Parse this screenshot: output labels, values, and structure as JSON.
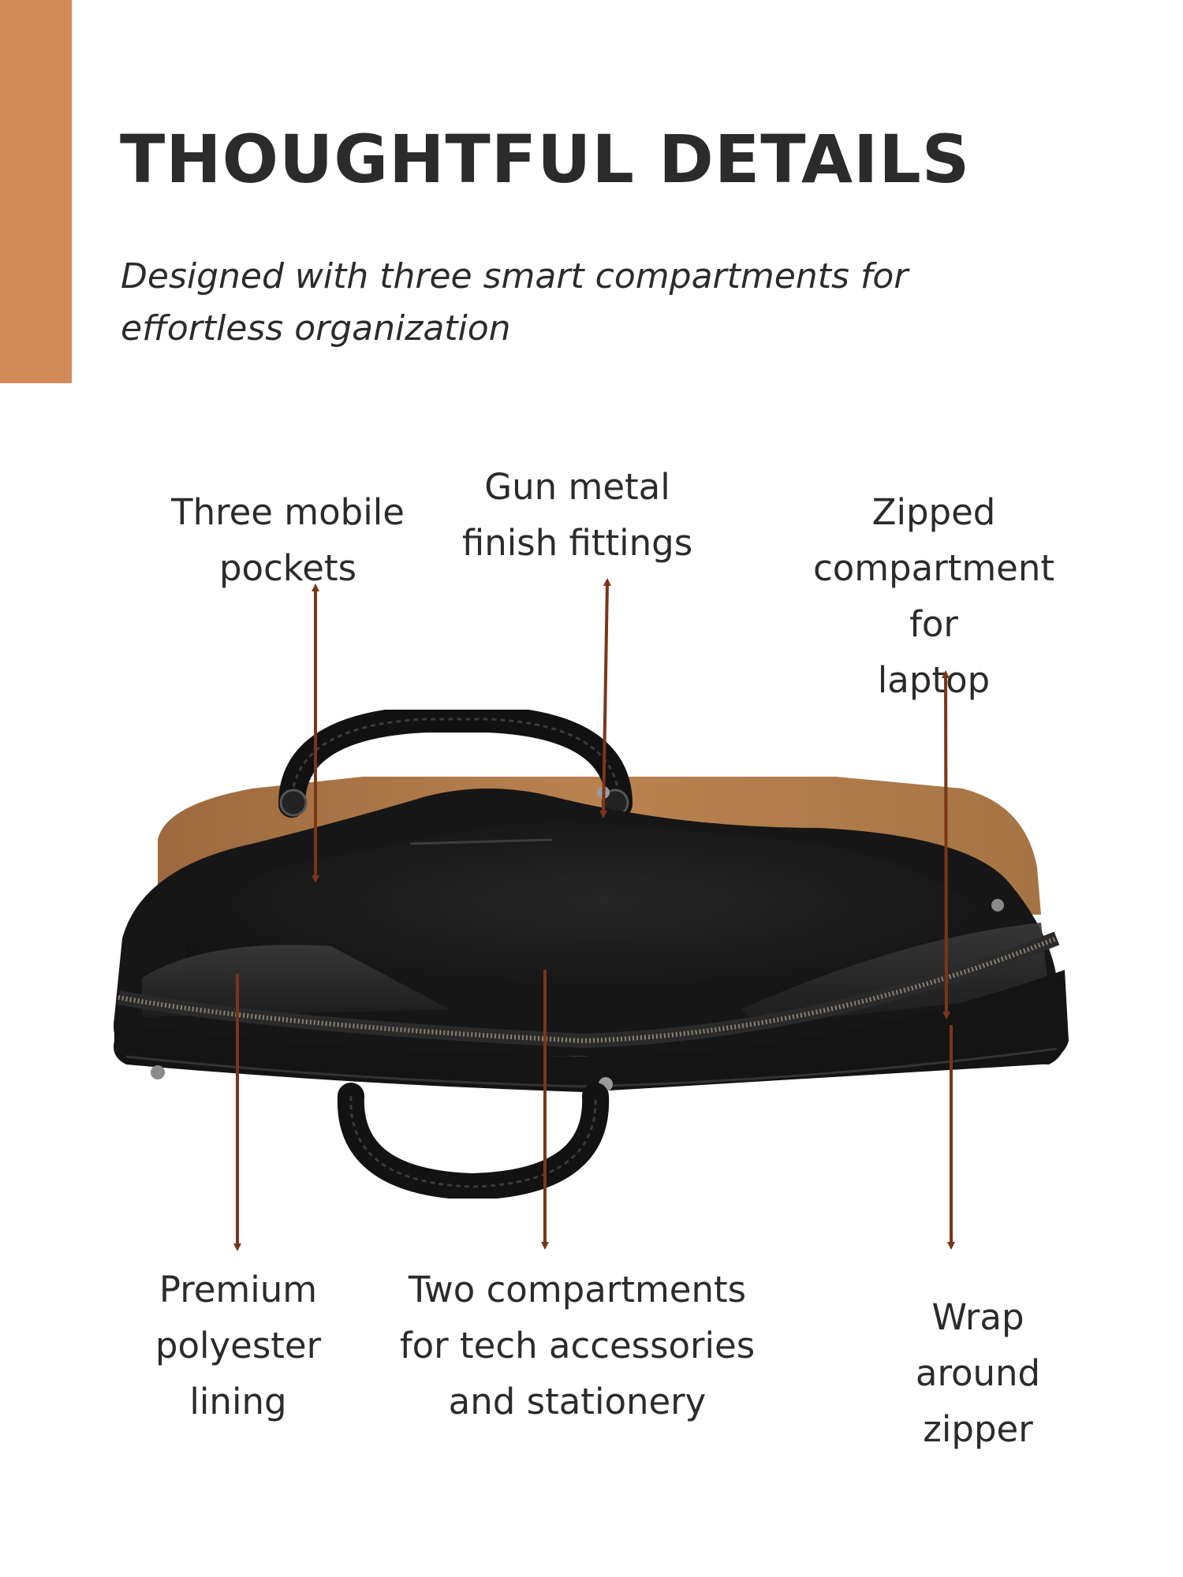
{
  "header": {
    "title": "THOUGHTFUL DETAILS",
    "subtitle": "Designed with three smart compartments for effortless organization"
  },
  "colors": {
    "accent_bar": "#d4895a",
    "arrow": "#7a3618",
    "text": "#2b2b2b",
    "bag_leather": "#1a1a1a",
    "bag_suede": "#b07a4a"
  },
  "callouts": {
    "top": [
      {
        "label": "Three mobile\npockets"
      },
      {
        "label": "Gun metal\nfinish fittings"
      },
      {
        "label": "Zipped\ncompartment for\nlaptop"
      }
    ],
    "bottom": [
      {
        "label": "Premium\npolyester\nlining"
      },
      {
        "label": "Two compartments\nfor tech accessories\nand stationery"
      },
      {
        "label": "Wrap around\nzipper"
      }
    ]
  },
  "image": {
    "subject": "Open black leather laptop bag with tan suede back panel, viewed from above"
  }
}
